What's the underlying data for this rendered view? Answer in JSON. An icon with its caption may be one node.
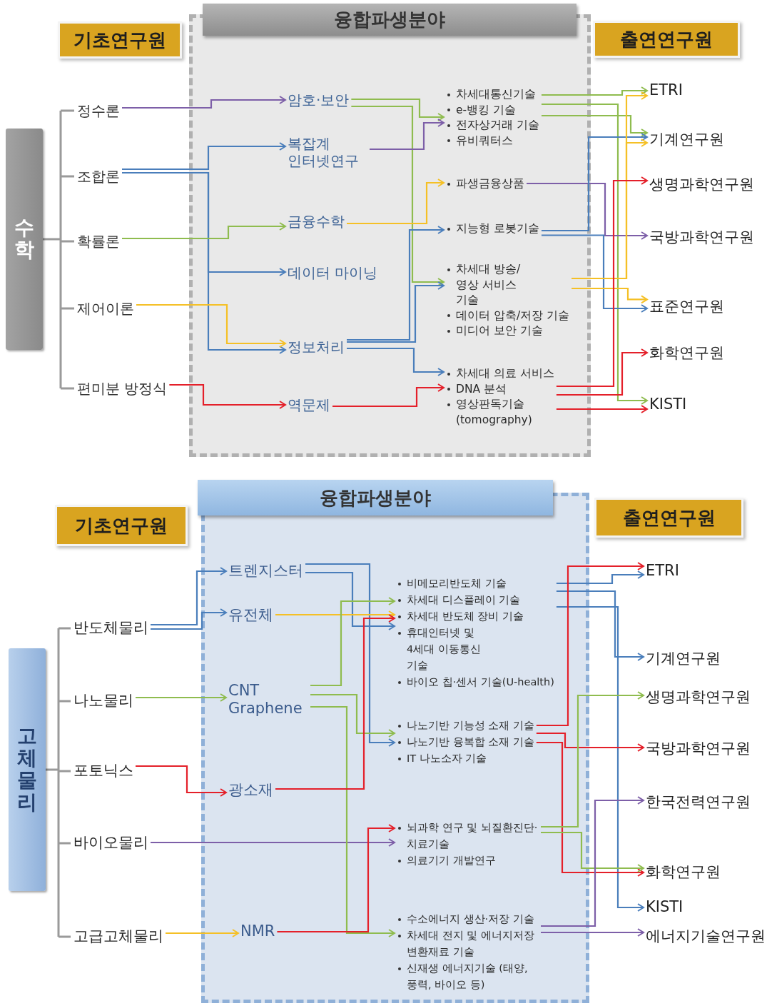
{
  "diagram": {
    "nodes": [
      {
        "text": [
          "기초연구원"
        ]
      },
      {
        "text": [
          "융합파생분야"
        ]
      },
      {
        "text": [
          "출연연구원"
        ]
      },
      {
        "text": [
          "수학"
        ]
      },
      {
        "text": [
          "정수론"
        ]
      },
      {
        "text": [
          "조합론"
        ]
      },
      {
        "text": [
          "확률론"
        ]
      },
      {
        "text": [
          "제어이론"
        ]
      },
      {
        "text": [
          "편미분 방정식"
        ]
      },
      {
        "text": [
          "암호·보안"
        ],
        "in": 1
      },
      {
        "text": [
          "복잡계 인터넷연구"
        ],
        "in": 1
      },
      {
        "text": [
          "금융수학"
        ],
        "in": 1
      },
      {
        "text": [
          "데이터 마이닝"
        ],
        "in": 1
      },
      {
        "text": [
          "정보처리"
        ],
        "in": 1
      },
      {
        "text": [
          "역문제"
        ],
        "in": 1
      },
      {
        "text": [
          "차세대통신기술",
          "e-뱅킹 기술",
          "전자상거래 기술",
          "유비쿼터스"
        ],
        "in": 1
      },
      {
        "text": [
          "파생금융상품"
        ],
        "in": 1
      },
      {
        "text": [
          "지능형 로봇기술"
        ],
        "in": 1
      },
      {
        "text": [
          "차세대 방송/ 영상 서비스 기술",
          "데이터 압축/저장 기술",
          "미디어 보안 기술"
        ],
        "in": 1
      },
      {
        "text": [
          "차세대 의료 서비스",
          "DNA 분석",
          "영상판독기술 (tomography)"
        ],
        "in": 1
      },
      {
        "text": [
          "ETRI"
        ]
      },
      {
        "text": [
          "기계연구원"
        ]
      },
      {
        "text": [
          "생명과학연구원"
        ]
      },
      {
        "text": [
          "국방과학연구원"
        ]
      },
      {
        "text": [
          "표준연구원"
        ]
      },
      {
        "text": [
          "화학연구원"
        ]
      },
      {
        "text": [
          "KISTI"
        ]
      },
      {
        "text": [
          "기초연구원"
        ]
      },
      {
        "text": [
          "융합파생분야"
        ]
      },
      {
        "text": [
          "출연연구원"
        ]
      },
      {
        "text": [
          "고체물리"
        ]
      },
      {
        "text": [
          "반도체물리"
        ]
      },
      {
        "text": [
          "나노물리"
        ]
      },
      {
        "text": [
          "포토닉스"
        ]
      },
      {
        "text": [
          "바이오물리"
        ]
      },
      {
        "text": [
          "고급고체물리"
        ]
      },
      {
        "text": [
          "트렌지스터"
        ],
        "in": 28
      },
      {
        "text": [
          "유전체"
        ],
        "in": 28
      },
      {
        "text": [
          "CNT Graphene"
        ],
        "in": 28
      },
      {
        "text": [
          "광소재"
        ],
        "in": 28
      },
      {
        "text": [
          "NMR"
        ],
        "in": 28
      },
      {
        "text": [
          "비메모리반도체 기술",
          "차세대 디스플레이 기술",
          "차세대 반도체 장비 기술",
          "휴대인터넷 및 4세대 이동통신 기술",
          "바이오 칩·센서 기술(U-health)"
        ],
        "in": 28
      },
      {
        "text": [
          "나노기반 기능성 소재 기술",
          "나노기반 융복합 소재 기술",
          "IT 나노소자 기술"
        ],
        "in": 28
      },
      {
        "text": [
          "뇌과학 연구 및 뇌질환진단·치료기술",
          "의료기기 개발연구"
        ],
        "in": 28
      },
      {
        "text": [
          "수소에너지 생산·저장 기술",
          "차세대 전지 및 에너지저장 변환재료 기술",
          "신재생 에너지기술 (태양, 풍력, 바이오 등)"
        ],
        "in": 28
      },
      {
        "text": [
          "ETRI"
        ]
      },
      {
        "text": [
          "기계연구원"
        ]
      },
      {
        "text": [
          "생명과학연구원"
        ]
      },
      {
        "text": [
          "국방과학연구원"
        ]
      },
      {
        "text": [
          "한국전력연구원"
        ]
      },
      {
        "text": [
          "화학연구원"
        ]
      },
      {
        "text": [
          "KISTI"
        ]
      },
      {
        "text": [
          "에너지기술연구원"
        ]
      }
    ],
    "edges": [
      {
        "from": 4,
        "to": 9,
        "arrow": "to",
        "color": "#7d5fa8"
      },
      {
        "from": 5,
        "to": 10,
        "arrow": "to"
      },
      {
        "from": 5,
        "to": 12,
        "arrow": "to"
      },
      {
        "from": 5,
        "to": 13,
        "arrow": "to"
      },
      {
        "from": 6,
        "to": 11,
        "arrow": "to",
        "color": "#8fbc4f"
      },
      {
        "from": 7,
        "to": 13,
        "arrow": "to",
        "color": "#f5c026"
      },
      {
        "from": 8,
        "to": 14,
        "arrow": "to",
        "color": "#e4202a"
      },
      {
        "from": 9,
        "to": 15,
        "arrow": "to",
        "color": "#8fbc4f"
      },
      {
        "from": 9,
        "to": 18,
        "arrow": "to",
        "color": "#8fbc4f"
      },
      {
        "from": 10,
        "to": 15,
        "arrow": "to",
        "color": "#7d5fa8"
      },
      {
        "from": 11,
        "to": 16,
        "arrow": "to",
        "color": "#f5c026"
      },
      {
        "from": 13,
        "to": 17,
        "arrow": "to"
      },
      {
        "from": 13,
        "to": 18,
        "arrow": "to"
      },
      {
        "from": 13,
        "to": 19,
        "arrow": "to"
      },
      {
        "from": 14,
        "to": 19,
        "arrow": "to",
        "color": "#e4202a"
      },
      {
        "from": 15,
        "to": 20,
        "arrow": "to",
        "color": "#8fbc4f"
      },
      {
        "from": 15,
        "to": 26,
        "arrow": "to",
        "color": "#8fbc4f"
      },
      {
        "from": 15,
        "to": 21,
        "arrow": "to",
        "color": "#8fbc4f"
      },
      {
        "from": 16,
        "to": 23,
        "arrow": "to",
        "color": "#7d5fa8"
      },
      {
        "from": 17,
        "to": 21,
        "arrow": "to"
      },
      {
        "from": 17,
        "to": 24,
        "arrow": "to"
      },
      {
        "from": 18,
        "to": 20,
        "arrow": "to",
        "color": "#f5c026"
      },
      {
        "from": 18,
        "to": 21,
        "arrow": "to",
        "color": "#f5c026"
      },
      {
        "from": 18,
        "to": 24,
        "arrow": "to",
        "color": "#f5c026"
      },
      {
        "from": 19,
        "to": 22,
        "arrow": "to",
        "color": "#e4202a"
      },
      {
        "from": 19,
        "to": 25,
        "arrow": "to",
        "color": "#e4202a"
      },
      {
        "from": 19,
        "to": 26,
        "arrow": "to",
        "color": "#e4202a"
      },
      {
        "from": 31,
        "to": 36,
        "arrow": "to"
      },
      {
        "from": 31,
        "to": 37,
        "arrow": "to"
      },
      {
        "from": 32,
        "to": 38,
        "arrow": "to",
        "color": "#8fbc4f"
      },
      {
        "from": 33,
        "to": 39,
        "arrow": "to",
        "color": "#e4202a"
      },
      {
        "from": 34,
        "to": 43,
        "arrow": "to",
        "color": "#7d5fa8"
      },
      {
        "from": 35,
        "to": 40,
        "arrow": "to",
        "color": "#f5c026"
      },
      {
        "from": 36,
        "to": 41,
        "arrow": "to"
      },
      {
        "from": 36,
        "to": 42,
        "arrow": "to"
      },
      {
        "from": 37,
        "to": 41,
        "arrow": "to",
        "color": "#f5c026"
      },
      {
        "from": 38,
        "to": 41,
        "arrow": "to",
        "color": "#8fbc4f"
      },
      {
        "from": 38,
        "to": 42,
        "arrow": "to",
        "color": "#8fbc4f"
      },
      {
        "from": 38,
        "to": 44,
        "arrow": "to",
        "color": "#8fbc4f"
      },
      {
        "from": 39,
        "to": 41,
        "arrow": "to",
        "color": "#e4202a"
      },
      {
        "from": 40,
        "to": 43,
        "arrow": "to",
        "color": "#e4202a"
      },
      {
        "from": 41,
        "to": 45,
        "arrow": "to"
      },
      {
        "from": 41,
        "to": 46,
        "arrow": "to"
      },
      {
        "from": 41,
        "to": 51,
        "arrow": "to"
      },
      {
        "from": 42,
        "to": 45,
        "arrow": "to",
        "color": "#e4202a"
      },
      {
        "from": 42,
        "to": 48,
        "arrow": "to",
        "color": "#e4202a"
      },
      {
        "from": 42,
        "to": 50,
        "arrow": "to",
        "color": "#e4202a"
      },
      {
        "from": 43,
        "to": 47,
        "arrow": "to",
        "color": "#8fbc4f"
      },
      {
        "from": 43,
        "to": 50,
        "arrow": "to",
        "color": "#8fbc4f"
      },
      {
        "from": 44,
        "to": 49,
        "arrow": "to",
        "color": "#7d5fa8"
      },
      {
        "from": 44,
        "to": 52,
        "arrow": "to",
        "color": "#7d5fa8"
      }
    ]
  }
}
